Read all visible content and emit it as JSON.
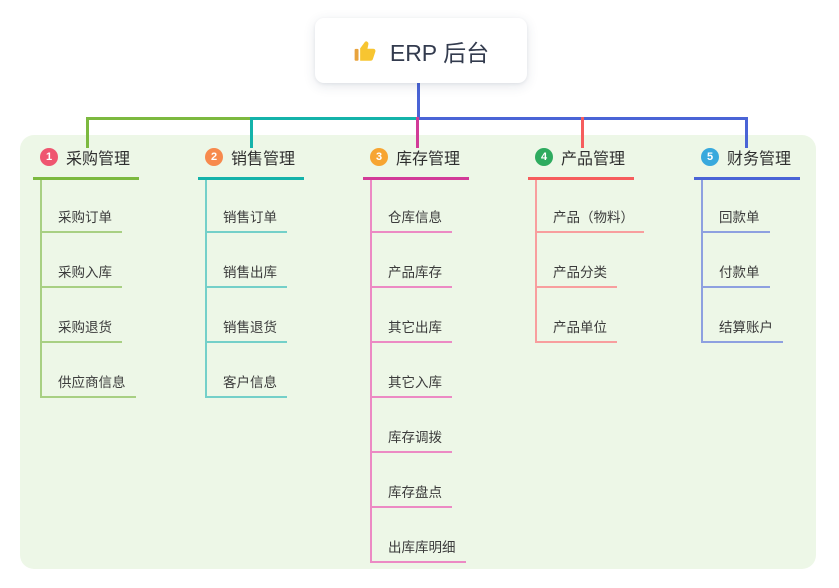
{
  "root": {
    "icon": "thumbs-up-icon",
    "title": "ERP 后台"
  },
  "branches": [
    {
      "num": "1",
      "label": "采购管理",
      "badge_color": "#ef5670",
      "line_color": "#7cb93f",
      "child_line_color": "#a8d083",
      "children": [
        "采购订单",
        "采购入库",
        "采购退货",
        "供应商信息"
      ]
    },
    {
      "num": "2",
      "label": "销售管理",
      "badge_color": "#f78a4d",
      "line_color": "#14b3aa",
      "child_line_color": "#74d0c9",
      "children": [
        "销售订单",
        "销售出库",
        "销售退货",
        "客户信息"
      ]
    },
    {
      "num": "3",
      "label": "库存管理",
      "badge_color": "#f7a532",
      "line_color": "#d23b98",
      "child_line_color": "#ec8ac4",
      "children": [
        "仓库信息",
        "产品库存",
        "其它出库",
        "其它入库",
        "库存调拨",
        "库存盘点",
        "出库库明细"
      ]
    },
    {
      "num": "4",
      "label": "产品管理",
      "badge_color": "#2eab5f",
      "line_color": "#f65d5d",
      "child_line_color": "#f89e9e",
      "children": [
        "产品（物料）",
        "产品分类",
        "产品单位"
      ]
    },
    {
      "num": "5",
      "label": "财务管理",
      "badge_color": "#38a9dd",
      "line_color": "#4a64d6",
      "child_line_color": "#8ea0e0",
      "children": [
        "回款单",
        "付款单",
        "结算账户"
      ]
    }
  ],
  "colors": {
    "background": "#ffffff",
    "panel_background": "#edf7e7",
    "trunk_line": "#4a64d6",
    "root_text": "#333b4e",
    "title_text": "#2f2f2f",
    "child_text": "#3b3b3b"
  }
}
